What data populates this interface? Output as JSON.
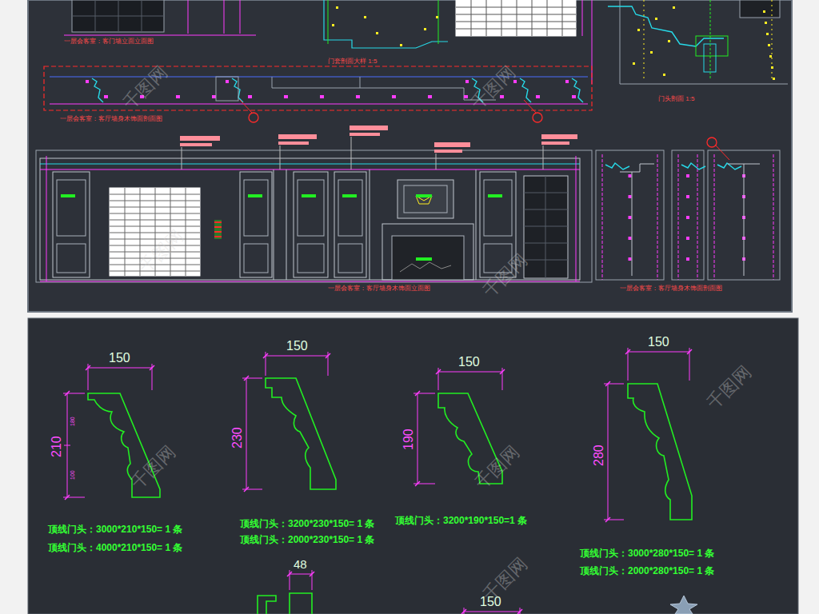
{
  "diagram": {
    "labels": [
      "一层会客室：客门墙立面立面图",
      "门套剖面大样 1:5",
      "一层会客室：客厅墙身木饰面剖面图",
      "门头剖面 1:5",
      "一层会客室：客厅墙身木饰面立面图",
      "一层会客室：客厅墙身木饰面剖面图",
      "150",
      "210",
      "180",
      "100",
      "150",
      "230",
      "150",
      "190",
      "150",
      "280",
      "顶线门头：3000*210*150= 1 条",
      "顶线门头：4000*210*150= 1 条",
      "顶线门头：3200*230*150= 1 条",
      "顶线门头：2000*230*150= 1 条",
      "顶线门头：3200*190*150=1 条",
      "顶线门头：3000*280*150= 1 条",
      "顶线门头：2000*280*150= 1 条",
      "48",
      "150",
      "千图网",
      "千图网",
      "千图网",
      "千图网",
      "千图网",
      "千图网",
      "千图网",
      "千图网"
    ]
  }
}
